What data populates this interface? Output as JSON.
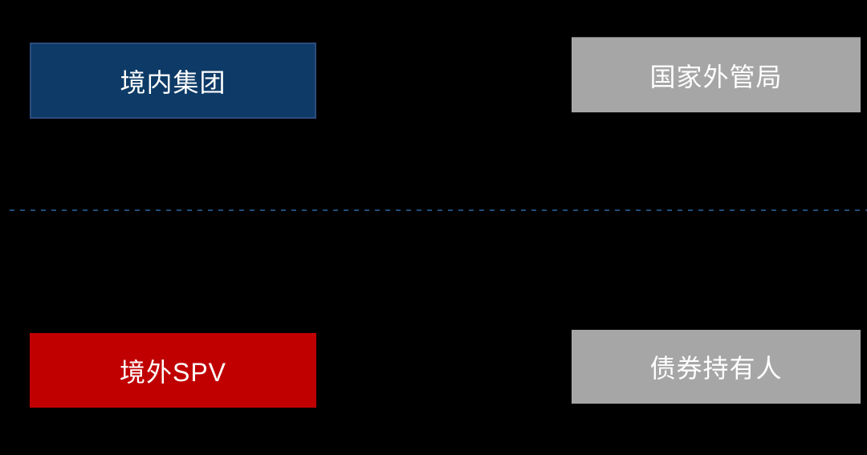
{
  "diagram": {
    "background_color": "#000000",
    "regions": {
      "top": "onshore",
      "bottom": "offshore"
    },
    "divider": {
      "style": "dashed",
      "color": "#1F4E79",
      "orientation": "horizontal"
    },
    "nodes": [
      {
        "id": "domestic-group",
        "label": "境内集团",
        "fill_color": "#0D3A66",
        "border_color": "#2E4A7D",
        "text_color": "#FFFFFF",
        "region": "onshore",
        "position": "top-left"
      },
      {
        "id": "safe-regulator",
        "label": "国家外管局",
        "fill_color": "#A6A6A6",
        "text_color": "#FFFFFF",
        "region": "onshore",
        "position": "top-right"
      },
      {
        "id": "offshore-spv",
        "label": "境外SPV",
        "fill_color": "#C00000",
        "text_color": "#FFFFFF",
        "region": "offshore",
        "position": "bottom-left"
      },
      {
        "id": "bondholders",
        "label": "债券持有人",
        "fill_color": "#A6A6A6",
        "text_color": "#FFFFFF",
        "region": "offshore",
        "position": "bottom-right"
      }
    ]
  }
}
